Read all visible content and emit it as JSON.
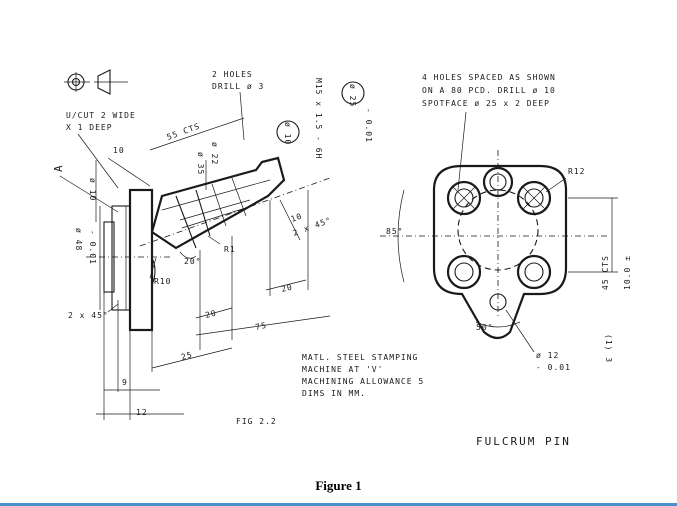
{
  "drawing": {
    "hole_note": [
      "2 HOLES",
      "DRILL ø 3"
    ],
    "thread_label": "M15 x 1.5 - 6H",
    "dia25_label": "ø 25",
    "dia25_tol": "- 0.01",
    "holes_note": [
      "4 HOLES SPACED AS SHOWN",
      "ON A 80 PCD. DRILL ø 10",
      "SPOTFACE ø 25 x 2 DEEP"
    ],
    "undercut_note": [
      "U/CUT 2 WIDE",
      "X 1 DEEP"
    ],
    "dim_55": "55 CTS",
    "dim_10_top": "10",
    "dia22": "ø 22",
    "dia35": "ø 35",
    "dia10_shank": "ø 10",
    "dim_10_right": "10",
    "chamfer_right": "2 x 45°",
    "r1": "R1",
    "r10": "R10",
    "angle20": "20°",
    "dim_20a": "20",
    "dim_20b": "20",
    "dim_75": "75",
    "dim_25": "25",
    "dim_9": "9",
    "dim_12": "12",
    "chamfer_left": "2 x 45°",
    "dia48": "ø 48",
    "dia48_tol": "- 0.01",
    "dia10_left": "ø 10",
    "section_mark": "A",
    "fig_no": "FIG 2.2",
    "angle85": "85°",
    "angle50": "50°",
    "r12": "R12",
    "dim_45": "45 CTS",
    "dim_45_tol": "10.0 ±",
    "dia12": "ø 12",
    "dia12_tol": "- 0.01",
    "material_note": [
      "MATL. STEEL STAMPING",
      "MACHINE AT 'V'",
      "MACHINING ALLOWANCE 5",
      "DIMS IN MM."
    ],
    "sheet_no": "(1) 3",
    "title": "FULCRUM PIN"
  },
  "caption": "Figure 1",
  "colors": {
    "ink": "#1a1a1a",
    "paper": "#ffffff",
    "accent_bar": "#4a90c8"
  }
}
